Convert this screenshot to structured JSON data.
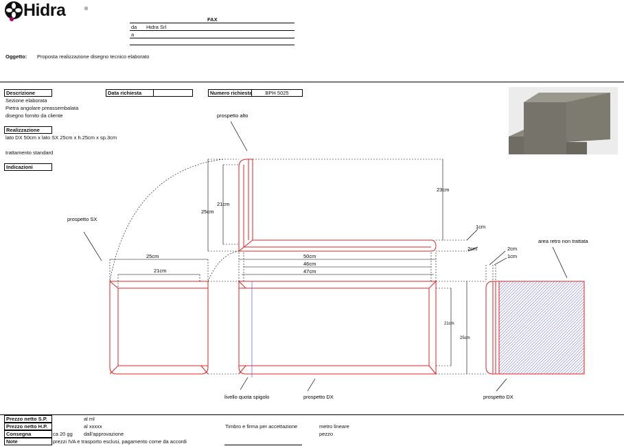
{
  "logo": {
    "text": "Hidra",
    "registered": "®"
  },
  "fax": {
    "title": "FAX",
    "da_label": "da",
    "da_value": "Hidra Srl",
    "a_label": "a"
  },
  "oggetto": {
    "label": "Oggetto:",
    "value": "Proposta realizzazione disegno tecnico elaborato"
  },
  "descrizione": {
    "label": "Descrizione",
    "lines": [
      "Sezione elaborata",
      "Pietra angolare preassembalata",
      "disegno fornito da cliente"
    ]
  },
  "data_richiesta": {
    "label": "Data richiesta",
    "value": ""
  },
  "numero_richiesta": {
    "label": "Numero richiesta",
    "value": "BPH 5025"
  },
  "realizzazione": {
    "label": "Realizzazione",
    "lines": [
      "lato DX 50cm x lato SX 25cm x h.25cm x sp.3cm",
      "trattamento standard"
    ]
  },
  "indicazioni": {
    "label": "Indicazioni"
  },
  "drawing": {
    "labels": {
      "prospetto_alto": "prospetto alto",
      "prospetto_sx": "prospetto SX",
      "prospetto_dx_1": "prospetto DX",
      "prospetto_dx_2": "prospetto DX",
      "livello": "livello quota spigolo",
      "area_retro": "area retro non trattata"
    },
    "dims": {
      "d23": "23cm",
      "d21a": "21cm",
      "d25a": "25cm",
      "d1a": "1cm",
      "d2a": "2cm",
      "d25b": "25cm",
      "d21b": "21cm",
      "d50": "50cm",
      "d46": "46cm",
      "d47": "47cm",
      "d2b": "2cm",
      "d1b": "1cm",
      "d21c": "21cm",
      "d25c": "25cm"
    }
  },
  "footer": {
    "prezzo_sp": {
      "label": "Prezzo netto S.P.",
      "value": "al ml"
    },
    "prezzo_hp": {
      "label": "Prezzo netto H.P.",
      "value": "al xxxxx"
    },
    "consegna": {
      "label": "Consegna",
      "value1": "ca 20 gg",
      "value2": "dall'approvazione"
    },
    "note": {
      "label": "Note",
      "value": "prezzi IVA e trasporto esclusi, pagamento come da accordi"
    },
    "timbro": "Timbro e firma per accettazione",
    "metro": "metro lineare",
    "pezzo": "pezzo"
  },
  "colors": {
    "outline": "#e02020",
    "hatch": "#3a3acc",
    "accent": "#b0006e"
  }
}
